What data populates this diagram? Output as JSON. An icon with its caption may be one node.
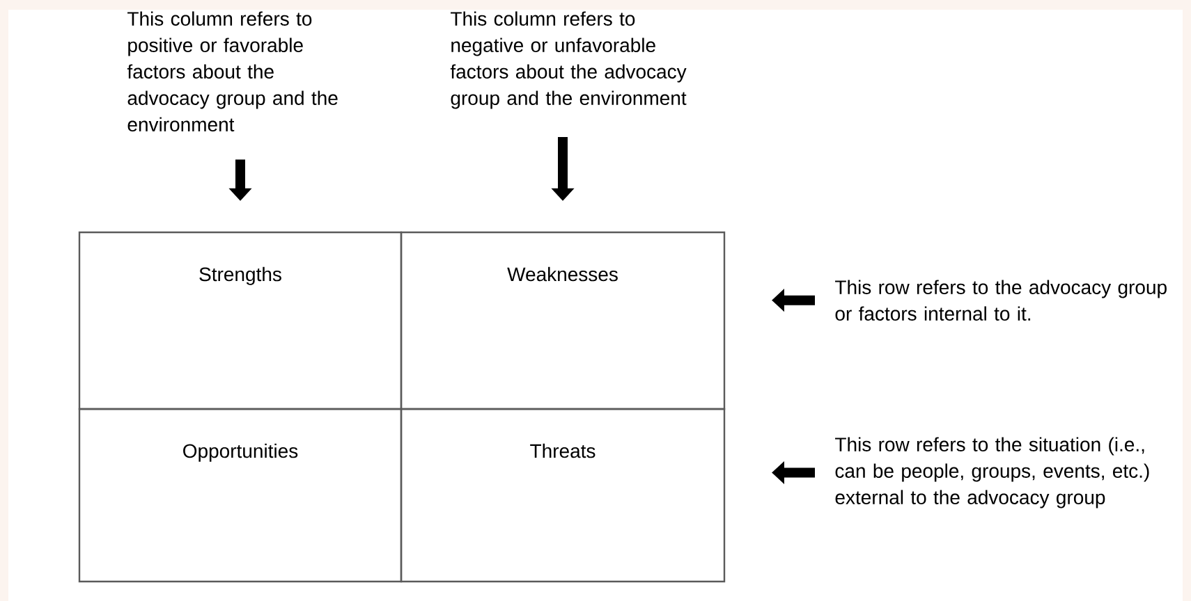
{
  "diagram": {
    "nodes": [
      {
        "text": [
          "This column refers to positive or favorable factors about the advocacy group and the environment"
        ]
      },
      {
        "text": [
          "This column refers to negative or unfavorable factors about the advocacy group and the environment"
        ]
      },
      {
        "text": [
          "Strengths"
        ]
      },
      {
        "text": [
          "Weaknesses"
        ]
      },
      {
        "text": [
          "This row refers to the advocacy group or factors internal to it."
        ]
      },
      {
        "text": [
          "Opportunities"
        ]
      },
      {
        "text": [
          "Threats"
        ]
      },
      {
        "text": [
          "This row refers to the situation (i.e., can be people, groups, events, etc.) external to the advocacy group"
        ]
      }
    ],
    "edges": [
      {
        "from": 0,
        "to": 2,
        "arrow": "to"
      },
      {
        "from": 1,
        "to": 3,
        "arrow": "to"
      },
      {
        "from": 4,
        "to": null,
        "arrow": "to"
      },
      {
        "from": 7,
        "to": null,
        "arrow": "to"
      }
    ]
  }
}
